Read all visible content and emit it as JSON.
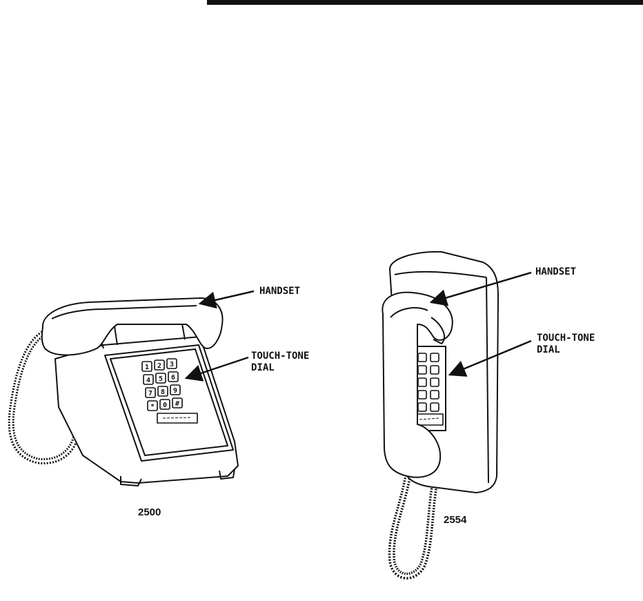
{
  "figure": {
    "desk_phone": {
      "model": "2500",
      "handset_label": "HANDSET",
      "dial_label_line1": "TOUCH-TONE",
      "dial_label_line2": "DIAL",
      "keys": [
        "1",
        "2",
        "3",
        "4",
        "5",
        "6",
        "7",
        "8",
        "9",
        "*",
        "0",
        "#"
      ]
    },
    "wall_phone": {
      "model": "2554",
      "handset_label": "HANDSET",
      "dial_label_line1": "TOUCH-TONE",
      "dial_label_line2": "DIAL"
    }
  }
}
